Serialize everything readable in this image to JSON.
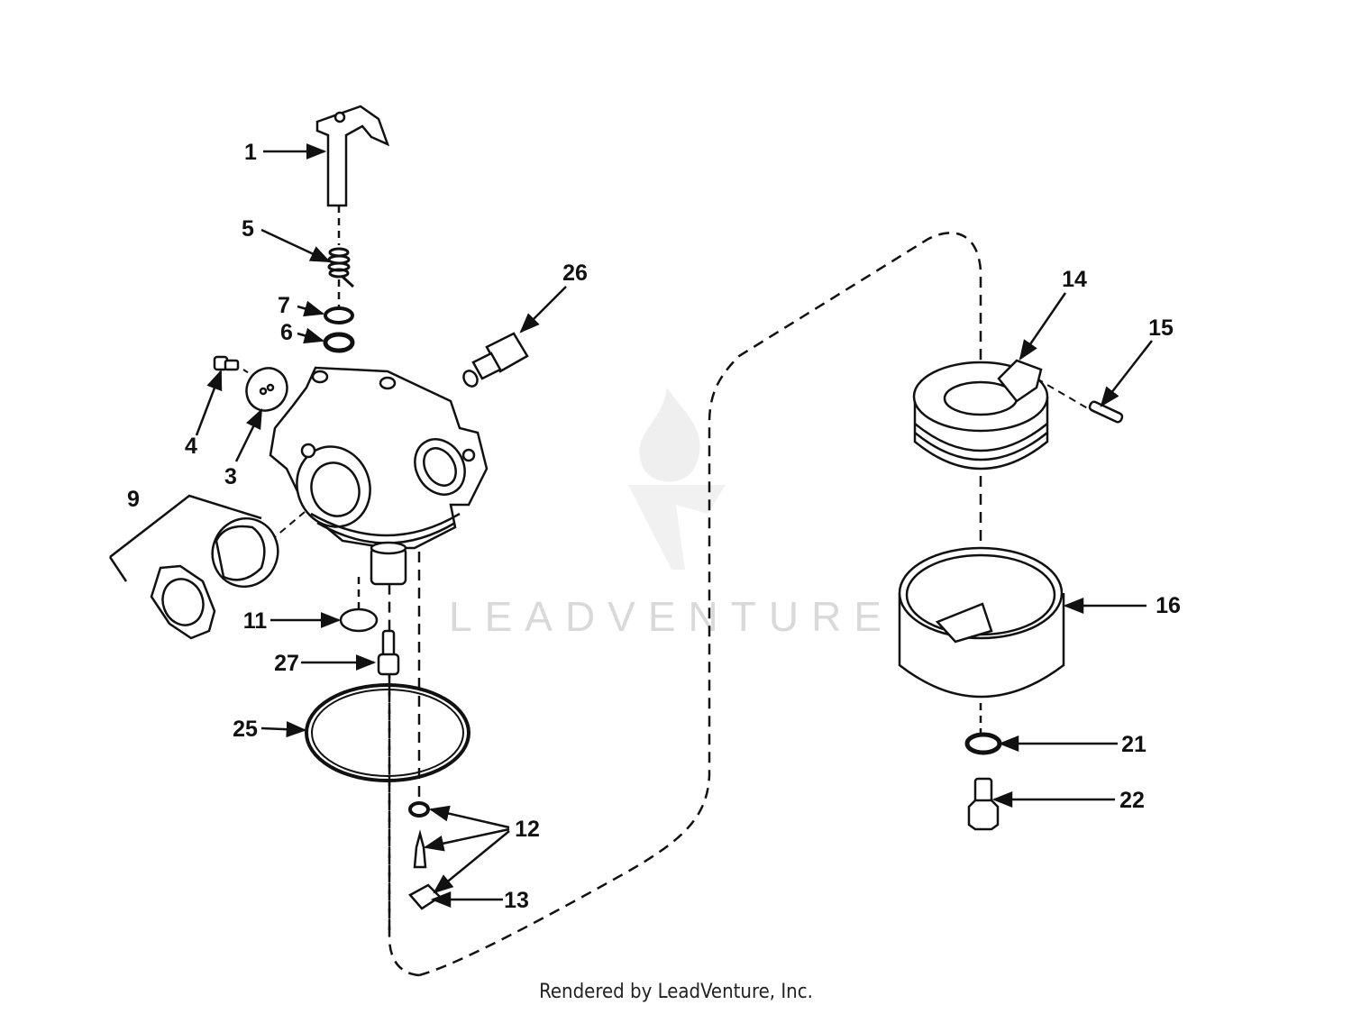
{
  "watermark": {
    "text": "LEADVENTURE",
    "color": "#d9d9d9"
  },
  "footer": {
    "text": "Rendered by LeadVenture, Inc."
  },
  "colors": {
    "ink": "#111111",
    "background": "#ffffff"
  },
  "callouts": {
    "p1": "1",
    "p3": "3",
    "p4": "4",
    "p5": "5",
    "p6": "6",
    "p7": "7",
    "p9": "9",
    "p11": "11",
    "p12": "12",
    "p13": "13",
    "p14": "14",
    "p15": "15",
    "p16": "16",
    "p21": "21",
    "p22": "22",
    "p25": "25",
    "p26": "26",
    "p27": "27"
  }
}
